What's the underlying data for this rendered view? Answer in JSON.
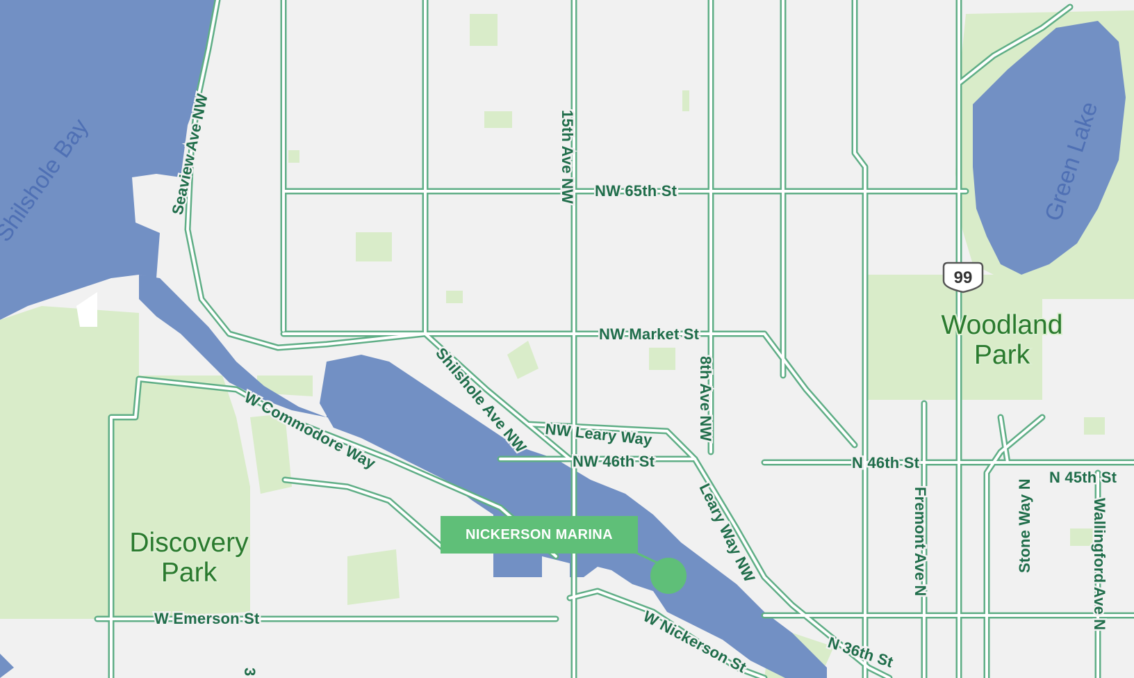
{
  "colors": {
    "land": "#f1f1f1",
    "water": "#7290c4",
    "park": "#d9ecc9",
    "road_stroke": "#5fae86",
    "road_fill": "#ffffff",
    "marker": "#5fbf78"
  },
  "water_labels": {
    "shilshole_bay": "Shilshole Bay",
    "green_lake": "Green Lake"
  },
  "park_labels": {
    "discovery_line1": "Discovery",
    "discovery_line2": "Park",
    "woodland_line1": "Woodland",
    "woodland_line2": "Park"
  },
  "roads": {
    "seaview": "Seaview Ave NW",
    "ave15": "15th Ave NW",
    "nw65": "NW 65th St",
    "nw_market": "NW Market St",
    "ave8": "8th Ave NW",
    "shilshole_ave": "Shilshole Ave NW",
    "leary_way": "NW Leary Way",
    "nw46": "NW 46th St",
    "n46": "N 46th St",
    "n45": "N 45th St",
    "commodore": "W Commodore Way",
    "leary_way_nw": "Leary Way NW",
    "fremont": "Fremont Ave N",
    "stone_way": "Stone Way N",
    "wallingford": "Wallingford Ave N",
    "emerson": "W Emerson St",
    "nickerson": "W Nickerson St",
    "n36": "N 36th St",
    "partial_34": "3"
  },
  "highway_shield": "99",
  "marker": {
    "label": "NICKERSON MARINA",
    "icon": "map-pin-dot-icon"
  }
}
